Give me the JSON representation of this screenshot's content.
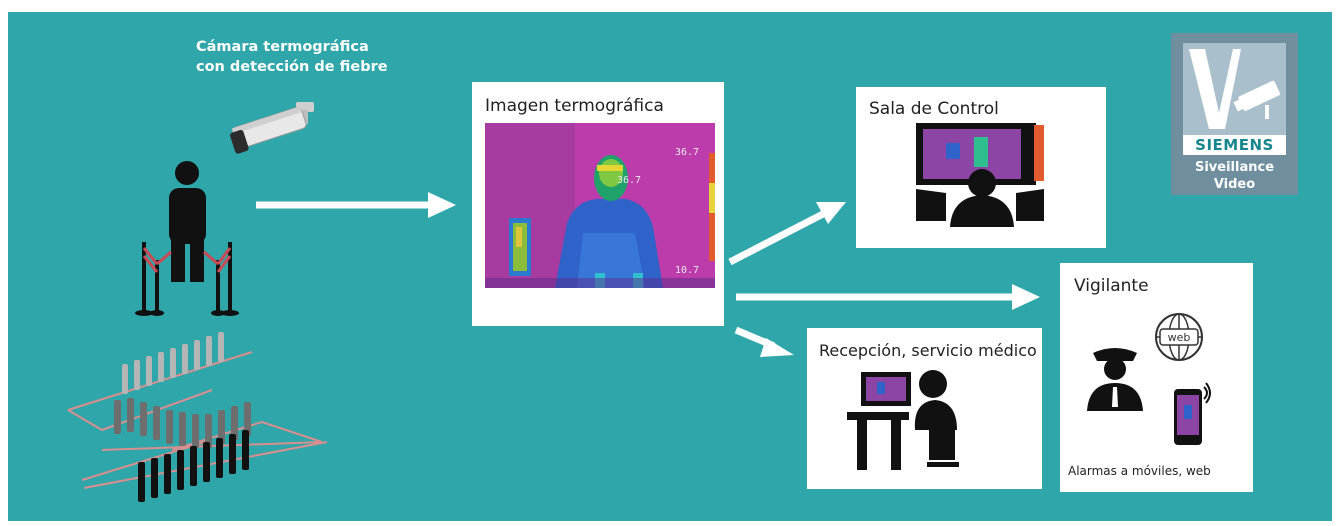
{
  "camera_caption": {
    "line1": "Cámara termográfica",
    "line2": "con detección de fiebre"
  },
  "thermal_panel": {
    "title": "Imagen termográfica",
    "readouts": [
      "36.7",
      "36.7",
      "10.7"
    ]
  },
  "control_room": {
    "title": "Sala de Control"
  },
  "reception": {
    "title": "Recepción, servicio médico"
  },
  "guard": {
    "title": "Vigilante",
    "caption": "Alarmas a móviles, web",
    "web_label": "web"
  },
  "logo": {
    "brand": "SIEMENS",
    "line1": "Siveillance",
    "line2": "Video"
  },
  "colors": {
    "background": "#2fa6a9",
    "panel": "#ffffff",
    "arrow": "#ffffff",
    "logo_box": "#6f8f9f"
  },
  "icons": [
    "thermal-camera-icon",
    "person-icon",
    "barrier-icon",
    "queue-icon",
    "monitor-icon",
    "operator-icon",
    "desk-icon",
    "guard-icon",
    "globe-icon",
    "phone-icon",
    "camera-logo-icon"
  ]
}
